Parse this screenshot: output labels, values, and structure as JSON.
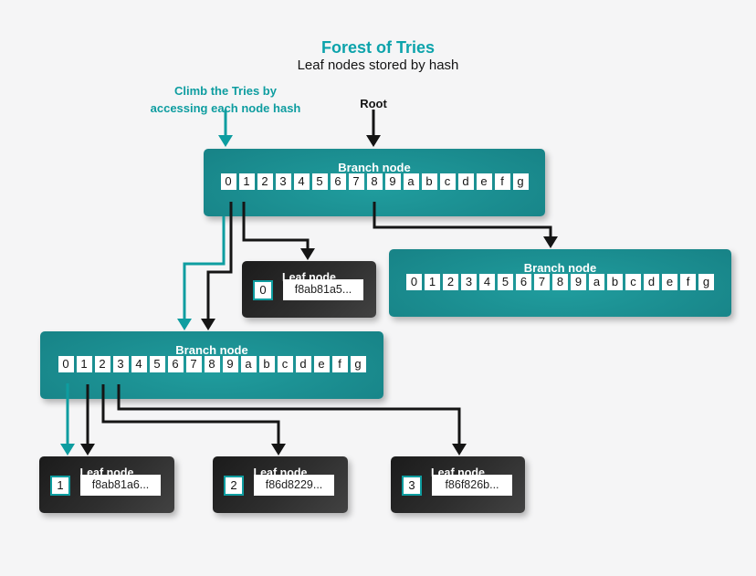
{
  "title": "Forest of Tries",
  "subtitle": "Leaf nodes stored by hash",
  "annotations": {
    "climb": "Climb the Tries by\naccessing each node hash",
    "root": "Root"
  },
  "colors": {
    "accent": "#0E9DA0",
    "title": "#0CA3AB",
    "ink": "#151515",
    "background": "#F5F5F6",
    "branch_teal_light": "#209D9E",
    "branch_teal_dark": "#0D6B71",
    "leaf_dark": "#1B1B1B",
    "leaf_light": "#424242"
  },
  "branch_nodes": [
    {
      "label": "Branch node",
      "cells": [
        "0",
        "1",
        "2",
        "3",
        "4",
        "5",
        "6",
        "7",
        "8",
        "9",
        "a",
        "b",
        "c",
        "d",
        "e",
        "f",
        "g"
      ]
    },
    {
      "label": "Branch node",
      "cells": [
        "0",
        "1",
        "2",
        "3",
        "4",
        "5",
        "6",
        "7",
        "8",
        "9",
        "a",
        "b",
        "c",
        "d",
        "e",
        "f",
        "g"
      ]
    },
    {
      "label": "Branch node",
      "cells": [
        "0",
        "1",
        "2",
        "3",
        "4",
        "5",
        "6",
        "7",
        "8",
        "9",
        "a",
        "b",
        "c",
        "d",
        "e",
        "f",
        "g"
      ]
    }
  ],
  "leaf_nodes": [
    {
      "label": "Leaf node",
      "index": "0",
      "hash": "f8ab81a5..."
    },
    {
      "label": "Leaf node",
      "index": "1",
      "hash": "f8ab81a6..."
    },
    {
      "label": "Leaf node",
      "index": "2",
      "hash": "f86d8229..."
    },
    {
      "label": "Leaf node",
      "index": "3",
      "hash": "f86f826b..."
    }
  ]
}
